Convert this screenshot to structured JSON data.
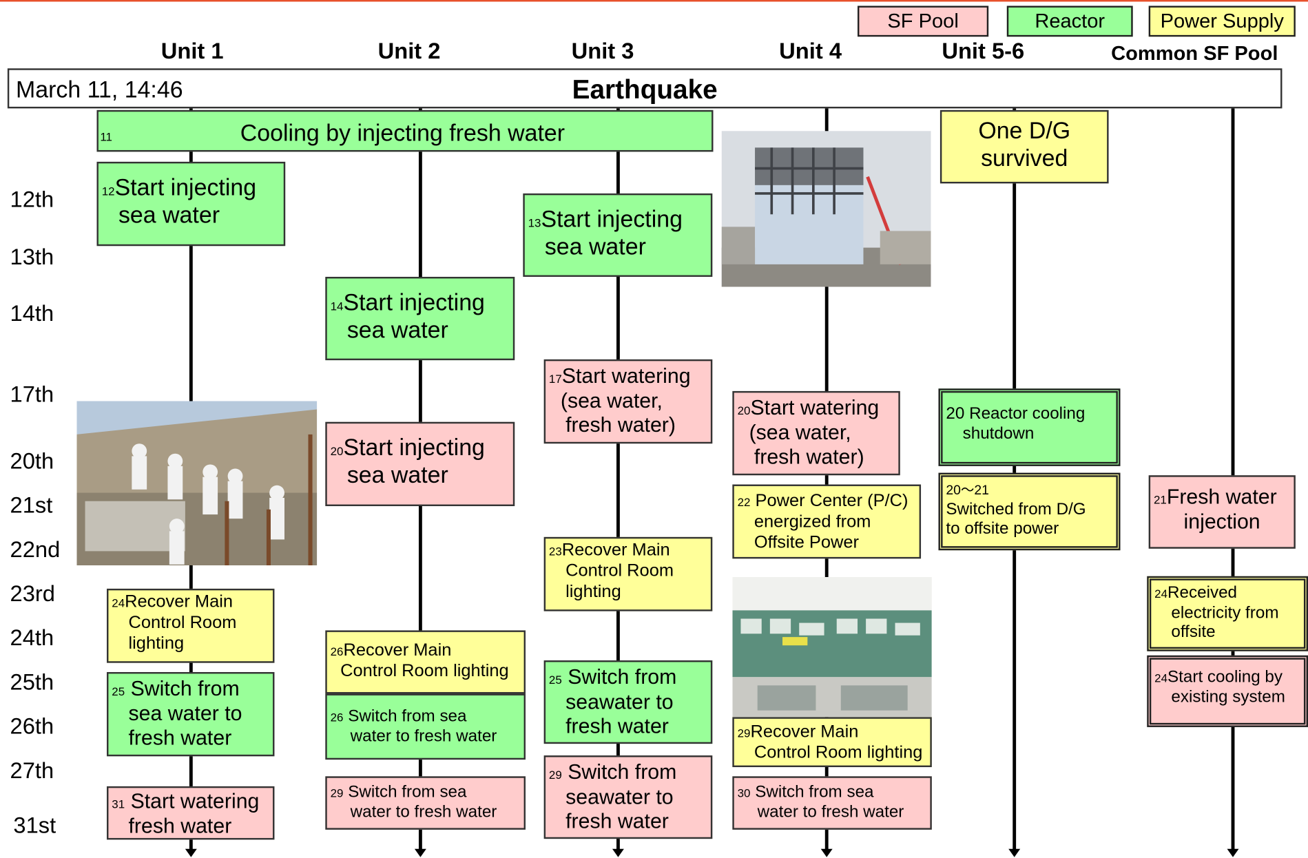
{
  "legend": {
    "sf_pool": "SF Pool",
    "reactor": "Reactor",
    "power_supply": "Power Supply",
    "colors": {
      "sf_pool": "#ffcccc",
      "reactor": "#99ff99",
      "power_supply": "#ffff99",
      "top_rule": "#e8502a"
    }
  },
  "units": {
    "u1": "Unit 1",
    "u2": "Unit 2",
    "u3": "Unit 3",
    "u4": "Unit 4",
    "u56": "Unit 5-6",
    "common": "Common SF Pool"
  },
  "earthquake": {
    "date": "March 11, 14:46",
    "title": "Earthquake"
  },
  "days": [
    "12th",
    "13th",
    "14th",
    "17th",
    "20th",
    "21st",
    "22nd",
    "23rd",
    "24th",
    "25th",
    "26th",
    "27th",
    "31st"
  ],
  "events": {
    "cooling": {
      "num": "11",
      "text": "Cooling by injecting fresh water"
    },
    "u1_sea": {
      "num": "12",
      "l1": "Start injecting",
      "l2": "sea water"
    },
    "u3_sea": {
      "num": "13",
      "l1": "Start injecting",
      "l2": "sea water"
    },
    "u2_sea": {
      "num": "14",
      "l1": "Start injecting",
      "l2": "sea water"
    },
    "u2_pool": {
      "num": "20",
      "l1": "Start injecting",
      "l2": "sea water"
    },
    "u3_pool": {
      "num": "17",
      "l1": "Start watering",
      "l2": "(sea water,",
      "l3": "fresh water)"
    },
    "u4_pool": {
      "num": "20",
      "l1": "Start watering",
      "l2": "(sea water,",
      "l3": "fresh water)"
    },
    "u56_dg": {
      "l1": "One D/G",
      "l2": "survived"
    },
    "u56_shutdown": {
      "num": "20",
      "l1": "Reactor cooling",
      "l2": "shutdown"
    },
    "u56_offsite": {
      "num": "20～21",
      "l1": "Switched from D/G",
      "l2": "to offsite power"
    },
    "u4_pc": {
      "num": "22",
      "l1": "Power Center (P/C)",
      "l2": "energized from",
      "l3": "Offsite Power"
    },
    "u3_light": {
      "num": "23",
      "l1": "Recover Main",
      "l2": "Control Room",
      "l3": "lighting"
    },
    "u1_light": {
      "num": "24",
      "l1": "Recover Main",
      "l2": "Control Room",
      "l3": "lighting"
    },
    "u2_light": {
      "num": "26",
      "l1": "Recover Main",
      "l2": "Control Room lighting"
    },
    "u1_fresh": {
      "num": "25",
      "l1": "Switch from",
      "l2": "sea water to",
      "l3": "fresh water"
    },
    "u2_fresh": {
      "num": "26",
      "l1": "Switch from sea",
      "l2": "water to fresh water"
    },
    "u3_fresh": {
      "num": "25",
      "l1": "Switch from",
      "l2": "seawater to",
      "l3": "fresh water"
    },
    "u4_light": {
      "num": "29",
      "l1": "Recover Main",
      "l2": "Control Room lighting"
    },
    "u1_pool": {
      "num": "31",
      "l1": "Start watering",
      "l2": "fresh water"
    },
    "u2_pool_fresh": {
      "num": "29",
      "l1": "Switch from sea",
      "l2": "water to fresh water"
    },
    "u3_pool_fresh": {
      "num": "29",
      "l1": "Switch from",
      "l2": "seawater to",
      "l3": "fresh water"
    },
    "u4_pool_fresh": {
      "num": "30",
      "l1": "Switch from sea",
      "l2": "water to fresh water"
    },
    "cp_fresh": {
      "num": "21",
      "l1": "Fresh water",
      "l2": "injection"
    },
    "cp_elec": {
      "num": "24",
      "l1": "Received",
      "l2": "electricity from",
      "l3": "offsite"
    },
    "cp_cool": {
      "num": "24",
      "l1": "Start cooling by",
      "l2": "existing system"
    }
  }
}
